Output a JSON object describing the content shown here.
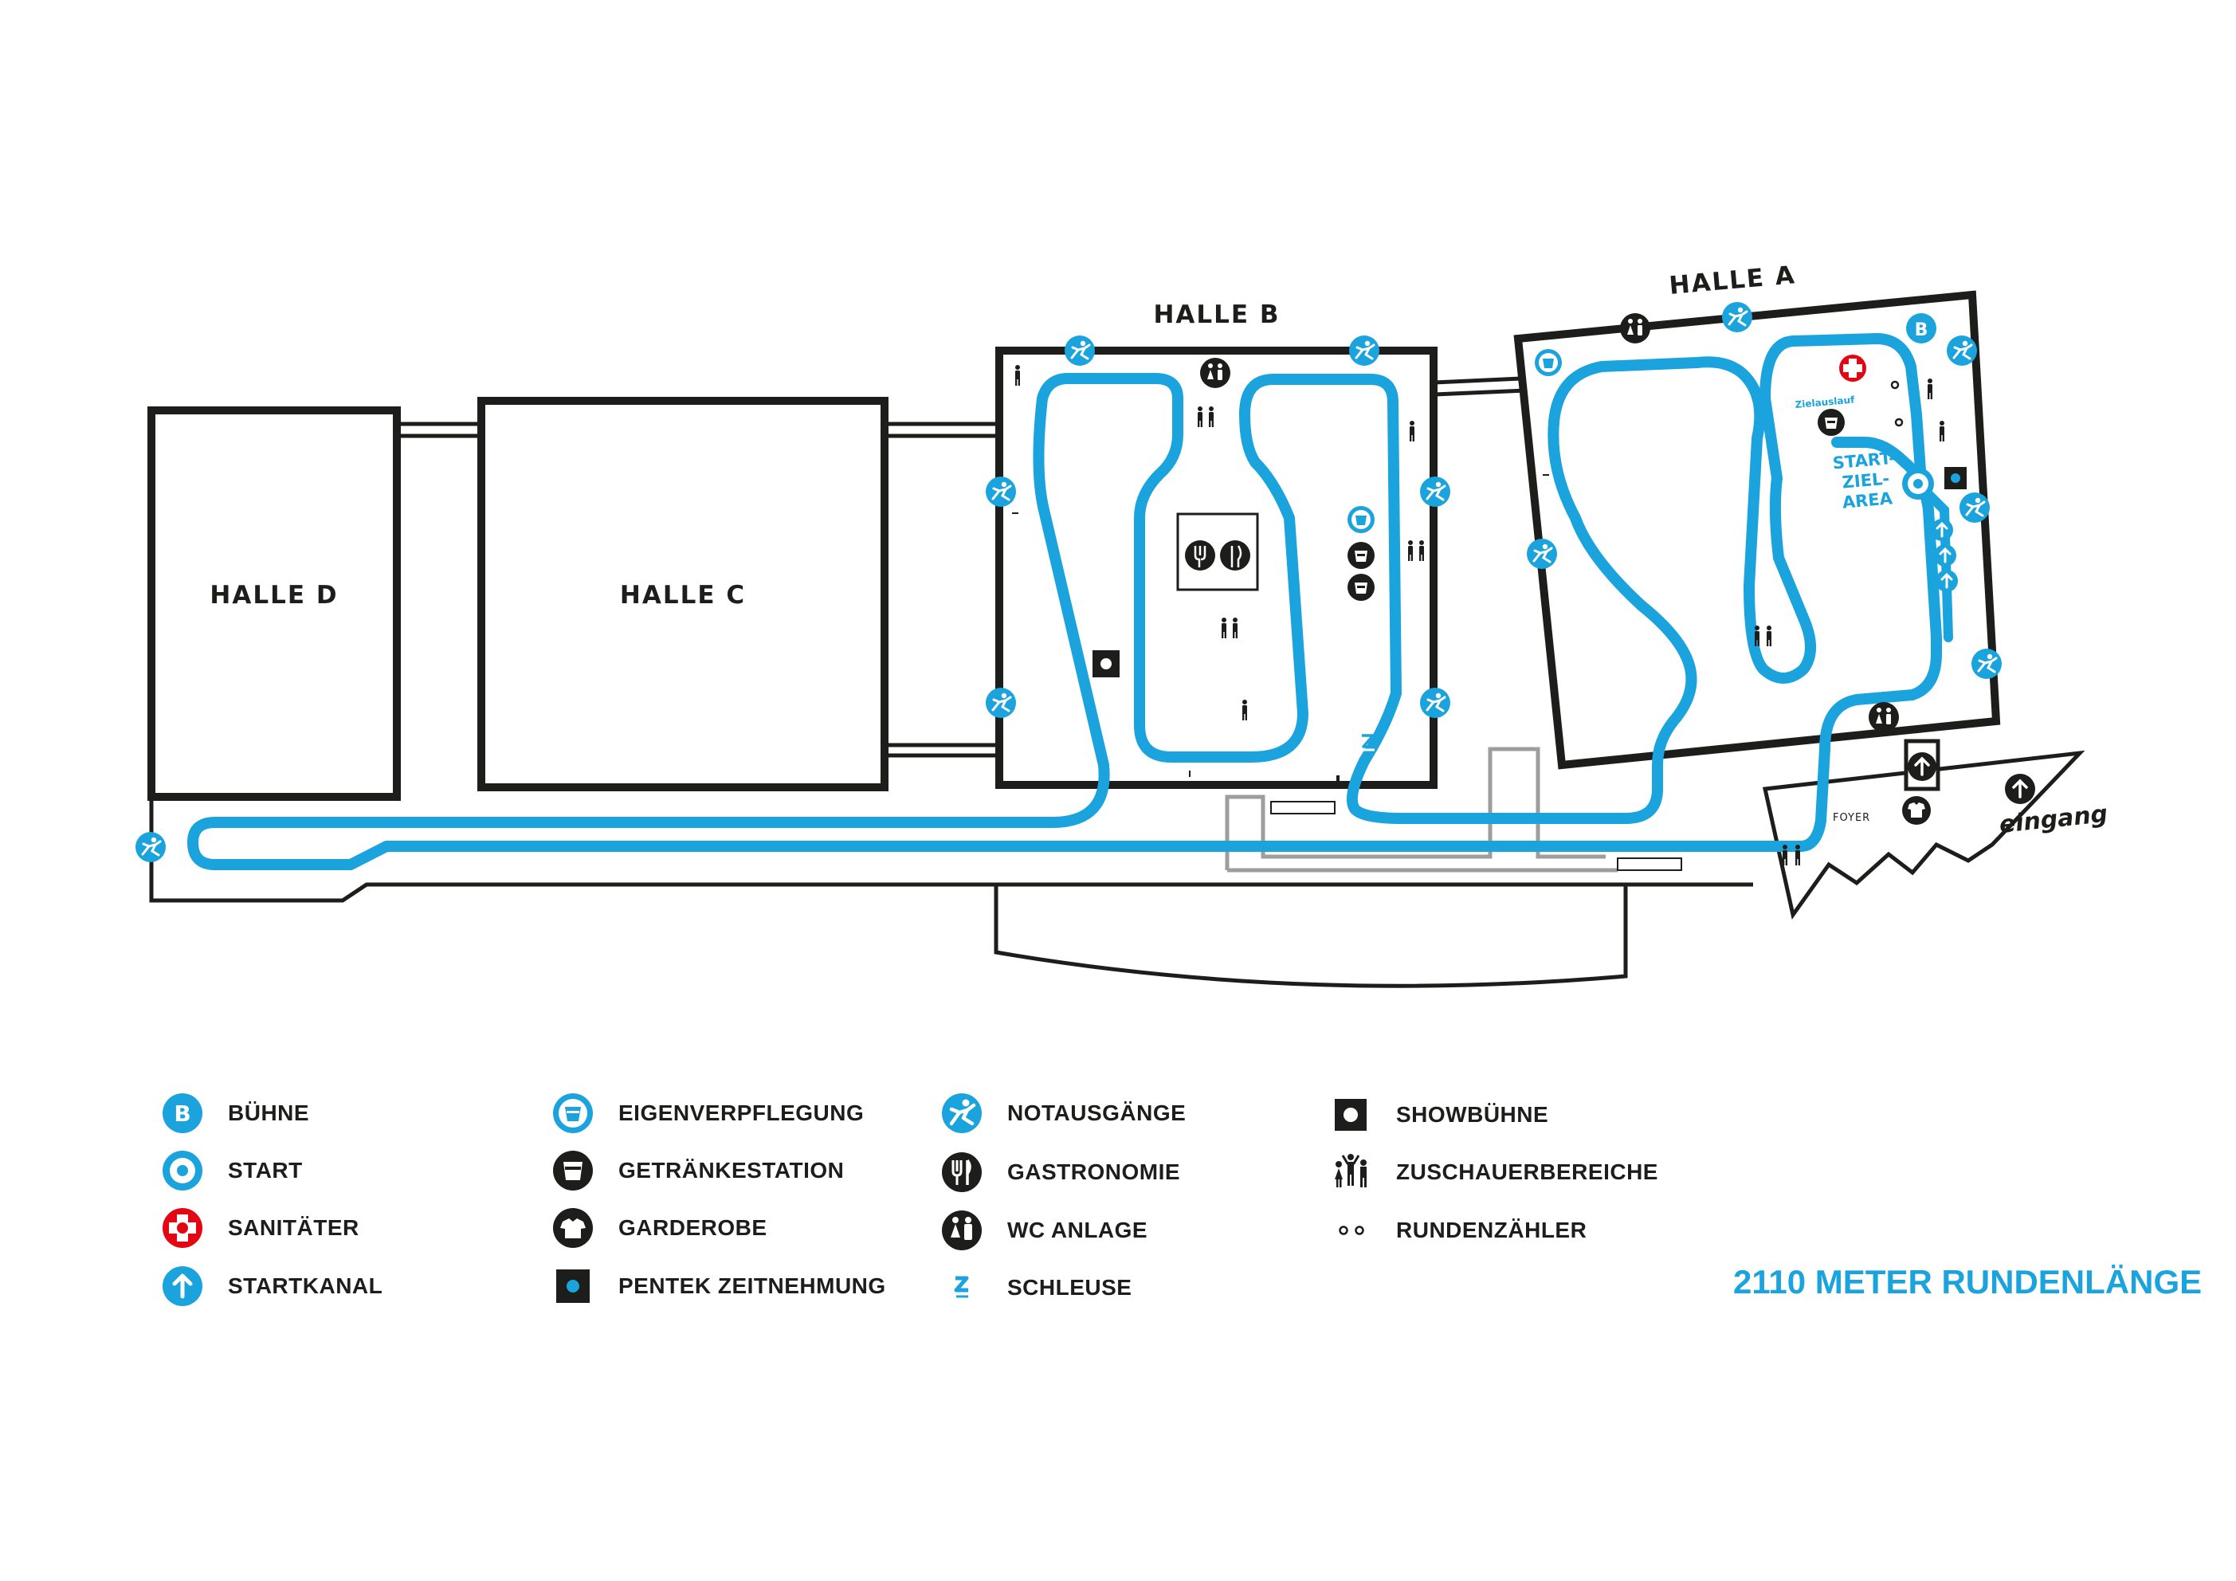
{
  "halls": {
    "a": "HALLE A",
    "b": "HALLE B",
    "c": "HALLE C",
    "d": "HALLE D"
  },
  "areas": {
    "foyer": "FOYER",
    "start_ziel_line1": "START-",
    "start_ziel_line2": "ZIEL-",
    "start_ziel_line3": "AREA",
    "zielauslauf": "Zielauslauf",
    "eingang": "eingang"
  },
  "legend": [
    {
      "icon": "stage-icon",
      "label": "BÜHNE"
    },
    {
      "icon": "start-icon",
      "label": "START"
    },
    {
      "icon": "medic-icon",
      "label": "SANITÄTER"
    },
    {
      "icon": "start-channel-icon",
      "label": "STARTKANAL"
    },
    {
      "icon": "own-catering-icon",
      "label": "EIGENVERPFLEGUNG"
    },
    {
      "icon": "drinks-station-icon",
      "label": "GETRÄNKESTATION"
    },
    {
      "icon": "cloakroom-icon",
      "label": "GARDEROBE"
    },
    {
      "icon": "timing-icon",
      "label": "PENTEK ZEITNEHMUNG"
    },
    {
      "icon": "emergency-exit-icon",
      "label": "NOTAUSGÄNGE"
    },
    {
      "icon": "gastronomy-icon",
      "label": "GASTRONOMIE"
    },
    {
      "icon": "wc-icon",
      "label": "WC ANLAGE"
    },
    {
      "icon": "lock-icon",
      "label": "SCHLEUSE"
    },
    {
      "icon": "show-stage-icon",
      "label": "SHOWBÜHNE"
    },
    {
      "icon": "spectators-icon",
      "label": "ZUSCHAUERBEREICHE"
    },
    {
      "icon": "lap-counter-icon",
      "label": "RUNDENZÄHLER"
    }
  ],
  "total_length": "2110 METER RUNDENLÄNGE",
  "colors": {
    "route": "#1aa3dc",
    "walls": "#1d1d1b",
    "grey_structure": "#9d9d9c",
    "medic": "#e30613"
  }
}
